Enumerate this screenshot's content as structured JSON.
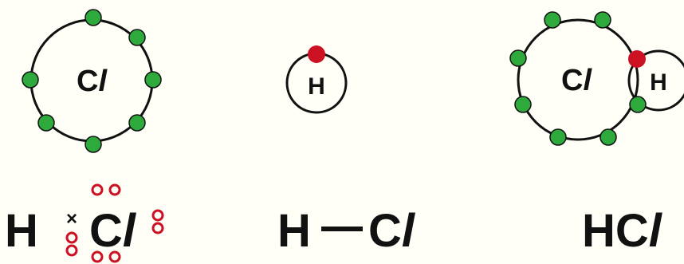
{
  "colors": {
    "shell": "#111111",
    "valence_electron": "#2eaa3c",
    "hydrogen_electron": "#cc1122",
    "lewis_dots": "#cc1122",
    "text": "#111111"
  },
  "atoms": {
    "chlorine": {
      "symbol_main": "C",
      "symbol_tail": "l",
      "valence_electrons": 7
    },
    "hydrogen": {
      "symbol": "H",
      "electrons": 1
    },
    "molecule": {
      "cl_main": "C",
      "cl_tail": "l",
      "h": "H"
    }
  },
  "formulas": {
    "lewis": {
      "h": "H",
      "h_electron_mark": "×",
      "cl_main": "C",
      "cl_tail": "l"
    },
    "structural": {
      "left": "H",
      "right_main": "C",
      "right_tail": "l"
    },
    "molecular": {
      "main": "HC",
      "tail": "l"
    }
  }
}
